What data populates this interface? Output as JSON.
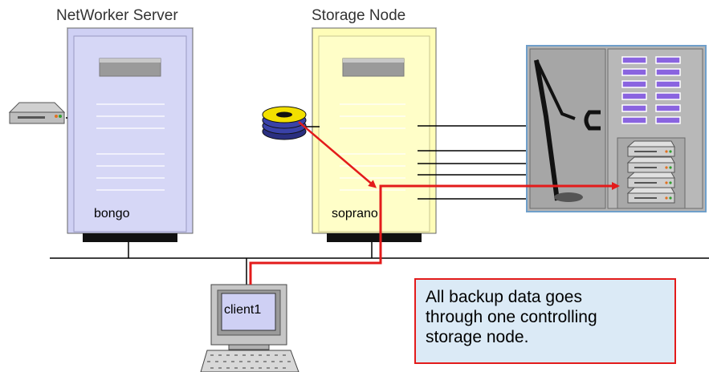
{
  "labels": {
    "networker_server": "NetWorker Server",
    "storage_node": "Storage Node"
  },
  "hosts": {
    "server_name": "bongo",
    "storage_node_name": "soprano",
    "client_name": "client1"
  },
  "note": {
    "lines": [
      "All backup data goes",
      "through one controlling",
      "storage node."
    ]
  },
  "colors": {
    "data_path": "#e31b1b",
    "server": "#cfd0f4",
    "storage_node": "#fffdb8",
    "note_fill": "#dbeaf6"
  }
}
